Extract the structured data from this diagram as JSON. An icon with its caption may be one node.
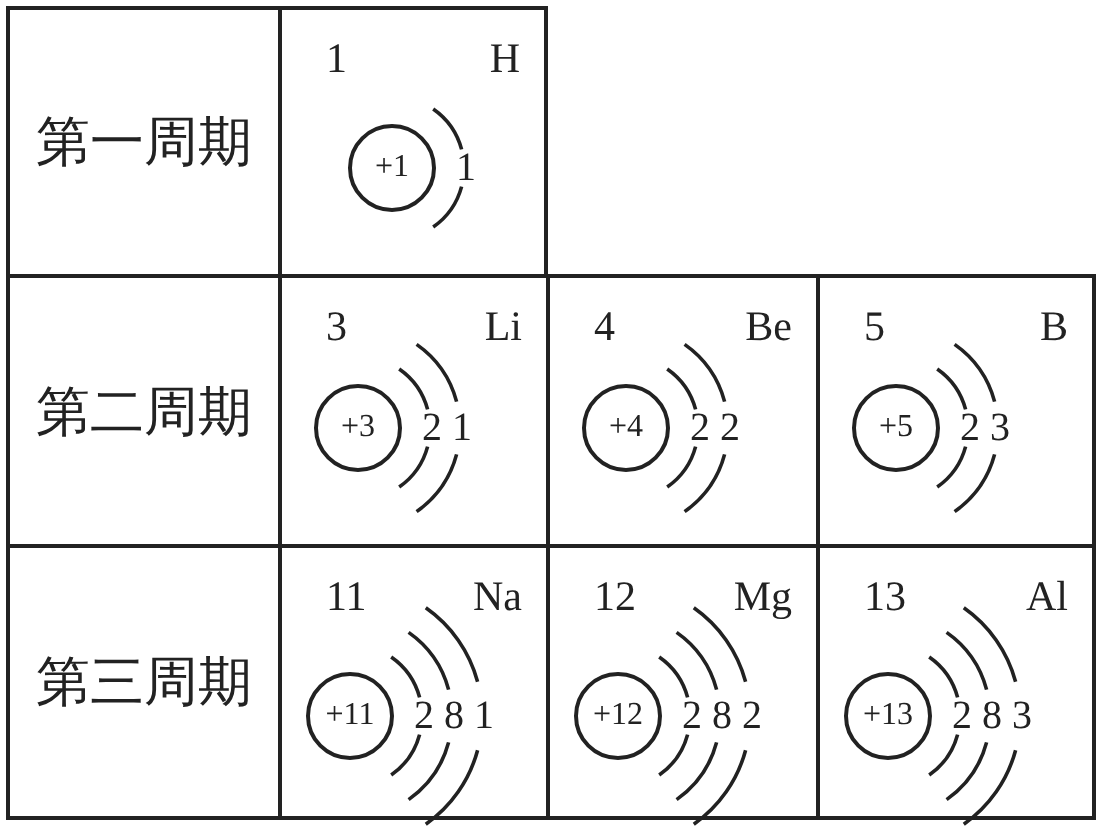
{
  "diagram": {
    "nodes": [
      {
        "text": [
          "第一周期"
        ]
      },
      {
        "text": [
          "1",
          "H"
        ]
      },
      {
        "text": [
          "+1"
        ],
        "in": 1,
        "beside": [
          "1"
        ]
      },
      {
        "text": [
          "第二周期"
        ]
      },
      {
        "text": [
          "3",
          "Li"
        ]
      },
      {
        "text": [
          "+3"
        ],
        "in": 4,
        "beside": [
          "2",
          "1"
        ]
      },
      {
        "text": [
          "4",
          "Be"
        ]
      },
      {
        "text": [
          "+4"
        ],
        "in": 6,
        "beside": [
          "2",
          "2"
        ]
      },
      {
        "text": [
          "5",
          "B"
        ]
      },
      {
        "text": [
          "+5"
        ],
        "in": 8,
        "beside": [
          "2",
          "3"
        ]
      },
      {
        "text": [
          "第三周期"
        ]
      },
      {
        "text": [
          "11",
          "Na"
        ]
      },
      {
        "text": [
          "+11"
        ],
        "in": 11,
        "beside": [
          "2",
          "8",
          "1"
        ]
      },
      {
        "text": [
          "12",
          "Mg"
        ]
      },
      {
        "text": [
          "+12"
        ],
        "in": 13,
        "beside": [
          "2",
          "8",
          "2"
        ]
      },
      {
        "text": [
          "13",
          "Al"
        ]
      },
      {
        "text": [
          "+13"
        ],
        "in": 15,
        "beside": [
          "2",
          "8",
          "3"
        ]
      }
    ]
  }
}
